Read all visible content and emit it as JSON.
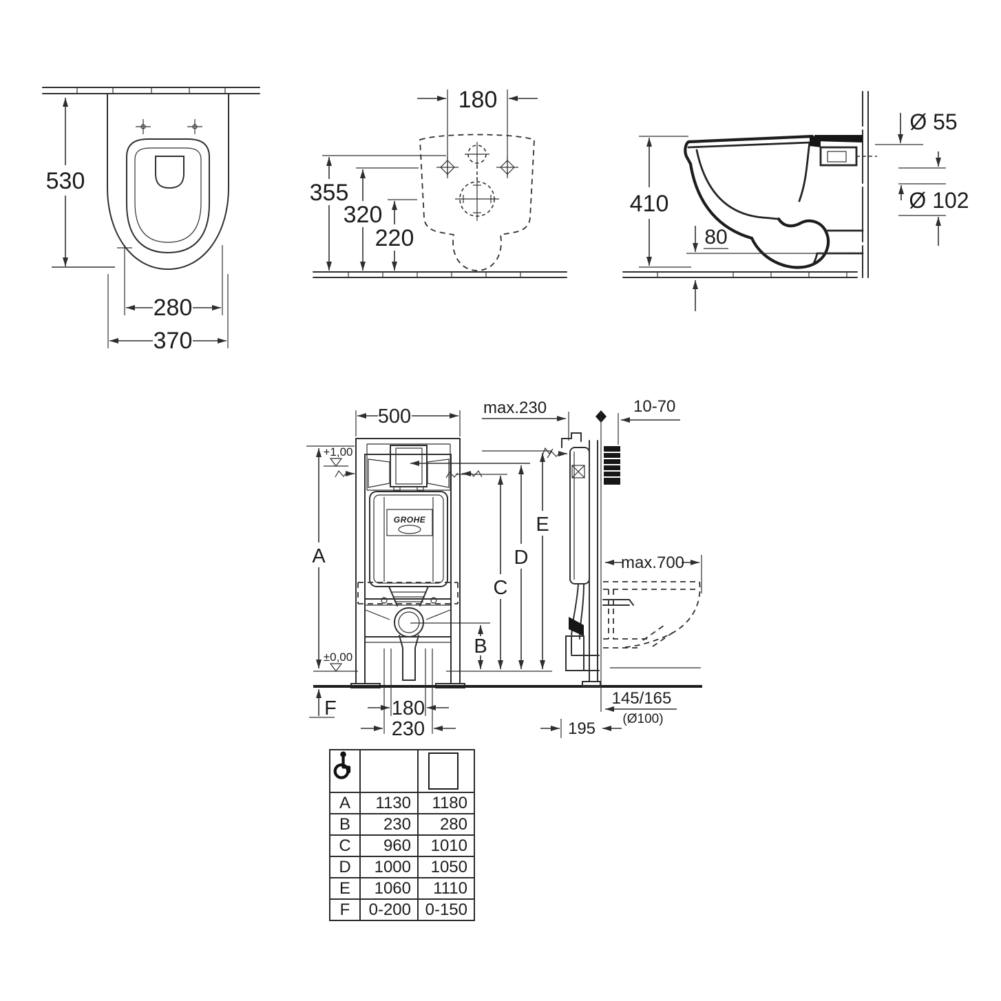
{
  "drawing": {
    "top_view": {
      "depth": "530",
      "seat_width": "280",
      "width": "370"
    },
    "rear_view": {
      "hole_spacing": "180",
      "height_top": "355",
      "height_holes": "320",
      "height_outlet": "220"
    },
    "side_view": {
      "height": "410",
      "bottom_clearance": "80",
      "flush_hole_dia": "Ø 55",
      "outlet_hole_dia": "Ø 102"
    },
    "frame_front_view": {
      "width": "500",
      "upper_level": "+1,00",
      "floor_level": "±0,00",
      "dim_a_label": "A",
      "dim_b_label": "B",
      "dim_c_label": "C",
      "dim_d_label": "D",
      "dim_e_label": "E",
      "dim_f_label": "F",
      "bolt_spacing": "180",
      "drain_offset": "230",
      "brand_label": "GROHE"
    },
    "frame_side_view": {
      "wall_bracket_depth": "max.230",
      "faceplate_range": "10-70",
      "bowl_depth": "max.700",
      "drain_height": "145/165",
      "drain_pipe_dia": "(Ø100)",
      "frame_depth": "195"
    }
  },
  "table": {
    "rows": [
      {
        "label": "A",
        "standard": "1130",
        "accessible": "1180"
      },
      {
        "label": "B",
        "standard": "230",
        "accessible": "280"
      },
      {
        "label": "C",
        "standard": "960",
        "accessible": "1010"
      },
      {
        "label": "D",
        "standard": "1000",
        "accessible": "1050"
      },
      {
        "label": "E",
        "standard": "1060",
        "accessible": "1110"
      },
      {
        "label": "F",
        "standard": "0-200",
        "accessible": "0-150"
      }
    ]
  },
  "icons": {
    "accessible_header": "wheelchair-icon"
  },
  "colors": {
    "line": "#2e2e2e",
    "text": "#1c1c1c",
    "background": "#ffffff"
  }
}
